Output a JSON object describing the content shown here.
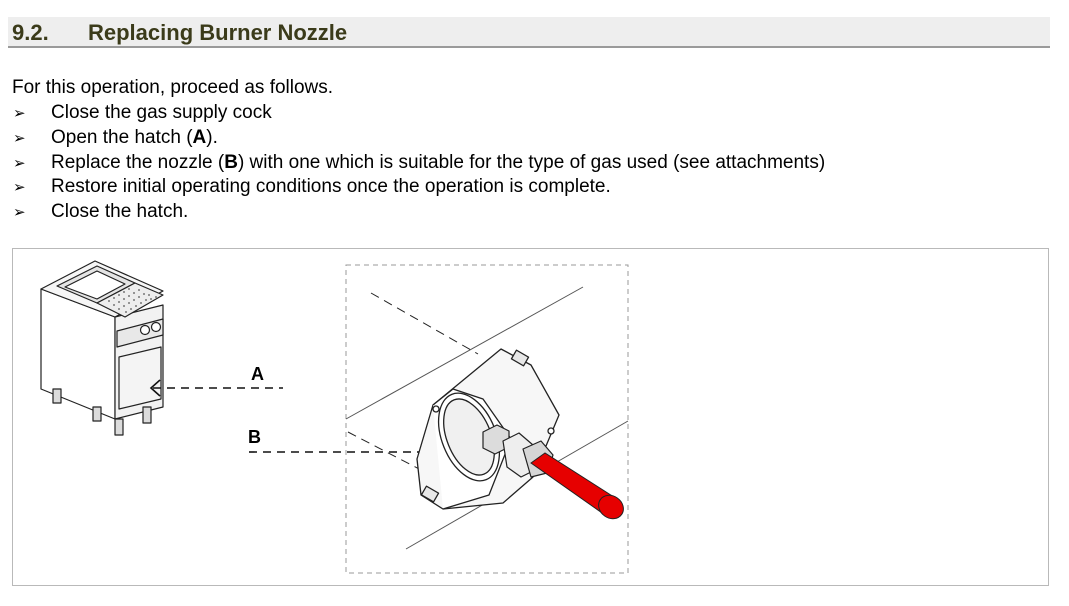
{
  "section": {
    "number": "9.2.",
    "title": "Replacing Burner Nozzle"
  },
  "intro": "For this operation, proceed as follows.",
  "steps": [
    {
      "pre": "Close the gas supply cock",
      "bold": "",
      "post": ""
    },
    {
      "pre": "Open the hatch (",
      "bold": "A",
      "post": ")."
    },
    {
      "pre": "Replace the nozzle (",
      "bold": "B",
      "post": ") with one which is suitable for the type of gas used (see attachments)"
    },
    {
      "pre": "Restore initial operating conditions once the operation is complete.",
      "bold": "",
      "post": ""
    },
    {
      "pre": "Close the hatch.",
      "bold": "",
      "post": ""
    }
  ],
  "bullet_symbol": "➢",
  "figure": {
    "label_a": "A",
    "label_b": "B",
    "nozzle_color": "#e60000"
  }
}
